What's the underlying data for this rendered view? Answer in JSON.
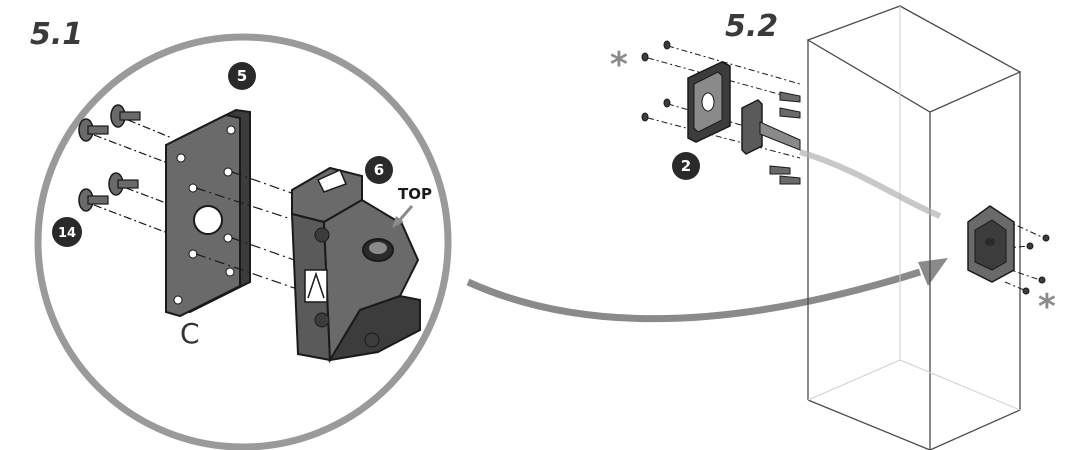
{
  "steps": {
    "step_1_label": "5.1",
    "step_2_label": "5.2"
  },
  "callouts": {
    "plate_part": "5",
    "bracket_part": "6",
    "screw_part": "14",
    "wall_bracket_part": "2"
  },
  "labels": {
    "orientation": "TOP",
    "plate_letter": "C",
    "asterisk_left": "*",
    "asterisk_right": "*"
  },
  "colors": {
    "outline": "#1a1a1a",
    "part_fill": "#6a6a6a",
    "part_dark": "#3c3c3c",
    "circle_stroke": "#9a9a9a",
    "arrow": "#8a8a8a",
    "callout_fill": "#2a2a2a",
    "cabinet_line": "#4a4a4a"
  }
}
